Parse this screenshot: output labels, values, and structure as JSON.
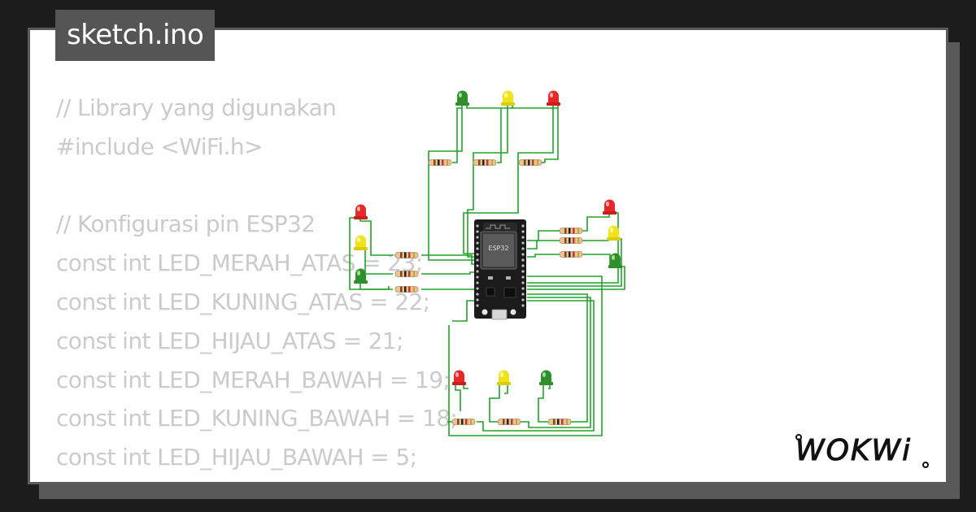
{
  "file_tab": {
    "label": "sketch.ino"
  },
  "code_lines": [
    "// Library yang digunakan",
    "#include <WiFi.h>",
    "",
    "// Konfigurasi pin ESP32",
    "const int LED_MERAH_ATAS = 23;",
    "const int LED_KUNING_ATAS = 22;",
    "const int LED_HIJAU_ATAS = 21;",
    "const int LED_MERAH_BAWAH = 19;",
    "const int LED_KUNING_BAWAH = 18;",
    "const int LED_HIJAU_BAWAH = 5;"
  ],
  "board": {
    "chip_label": "ESP32"
  },
  "brand": {
    "logo_text": "WOKWi"
  },
  "colors": {
    "background": "#1c1c1c",
    "card": "#ffffff",
    "code_text": "#cbcbcb",
    "tag_bg": "#555555",
    "wire": "#22a22b",
    "led_red": "#e82727",
    "led_yellow": "#efe41c",
    "led_green": "#2f8f2c",
    "board": "#1b1b1b"
  }
}
